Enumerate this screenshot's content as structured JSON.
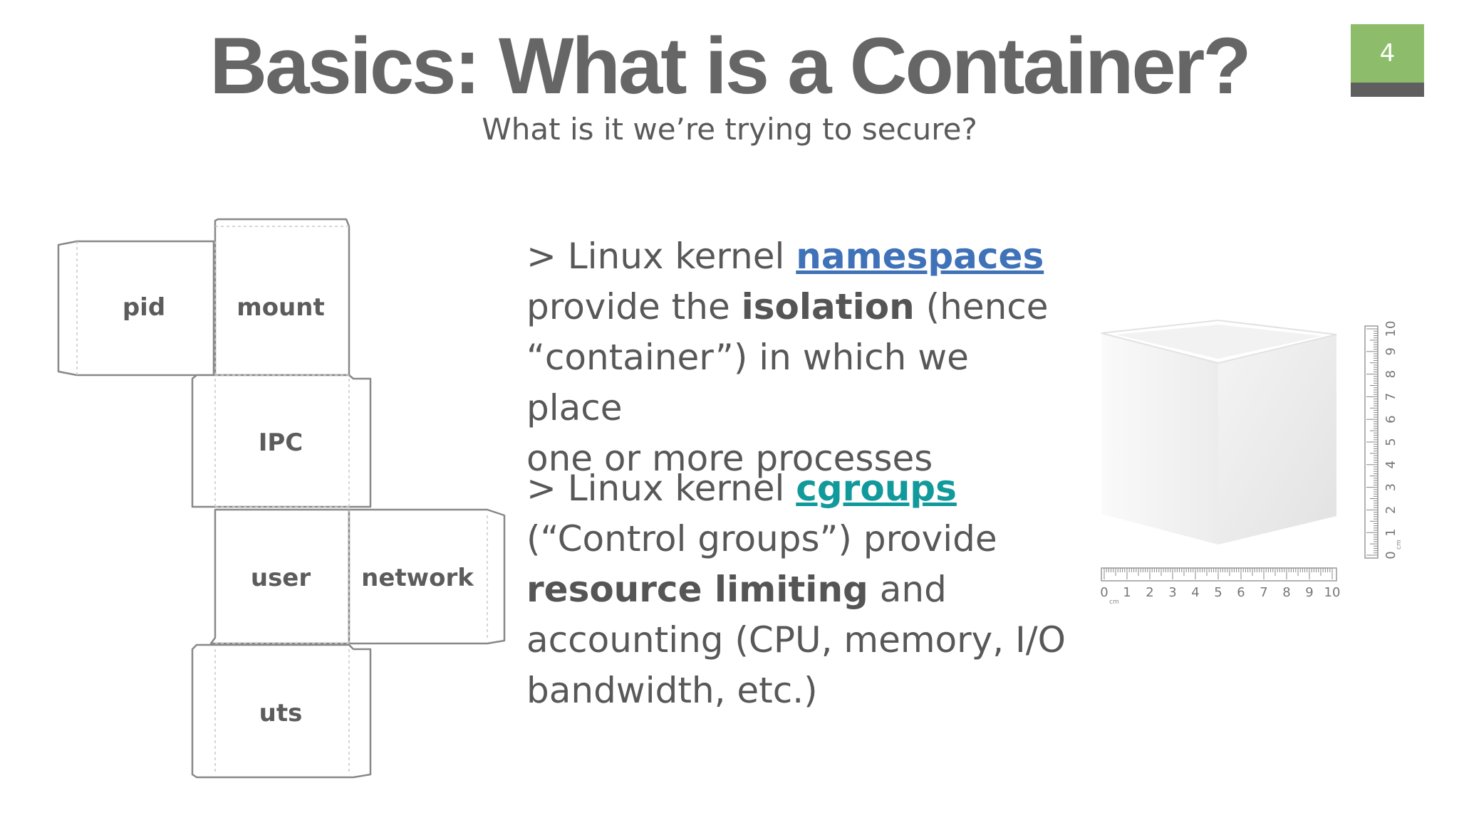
{
  "slide": {
    "title": "Basics: What is a Container?",
    "subtitle": "What is it we’re trying to secure?",
    "number": "4"
  },
  "net_faces": {
    "pid": "pid",
    "mount": "mount",
    "ipc": "IPC",
    "user": "user",
    "network": "network",
    "uts": "uts"
  },
  "para1": {
    "prefix": "> Linux kernel ",
    "link": "namespaces",
    "line2_a": "provide the ",
    "line2_bold": "isolation",
    "line2_b": " (hence",
    "line3": "“container”) in which we place",
    "line4": "one or more processes"
  },
  "para2": {
    "prefix": "> Linux kernel ",
    "link": "cgroups",
    "line2": "(“Control groups”) provide",
    "line3_bold": "resource limiting",
    "line3_b": " and",
    "line4": "accounting (CPU, memory, I/O",
    "line5": "bandwidth, etc.)"
  },
  "ruler": {
    "ticks": [
      "0",
      "1",
      "2",
      "3",
      "4",
      "5",
      "6",
      "7",
      "8",
      "9",
      "10"
    ],
    "unit": "cm"
  },
  "colors": {
    "title": "#666666",
    "slide_number_bg": "#8dbd6b",
    "slide_number_bar": "#5f5f5f",
    "namespaces_link": "#3f72b8",
    "cgroups_link": "#12999c"
  }
}
